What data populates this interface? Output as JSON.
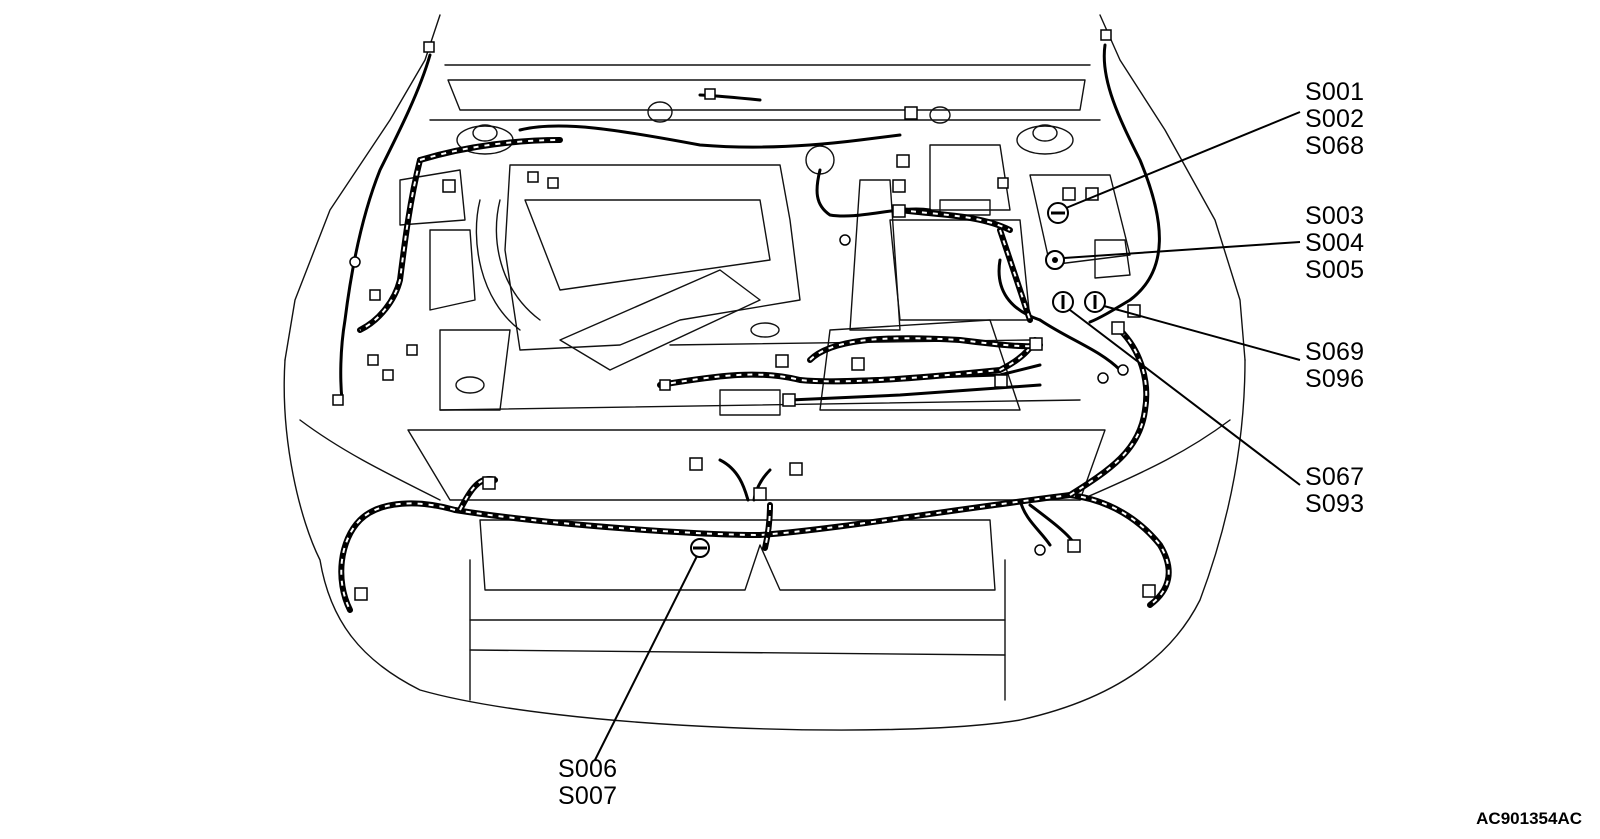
{
  "callouts": {
    "group1": [
      "S001",
      "S002",
      "S068"
    ],
    "group2": [
      "S003",
      "S004",
      "S005"
    ],
    "group3": [
      "S069",
      "S096"
    ],
    "group4": [
      "S067",
      "S093"
    ],
    "group5": [
      "S006",
      "S007"
    ]
  },
  "figure_id": "AC901354AC",
  "colors": {
    "line": "#000000",
    "background": "#ffffff"
  }
}
